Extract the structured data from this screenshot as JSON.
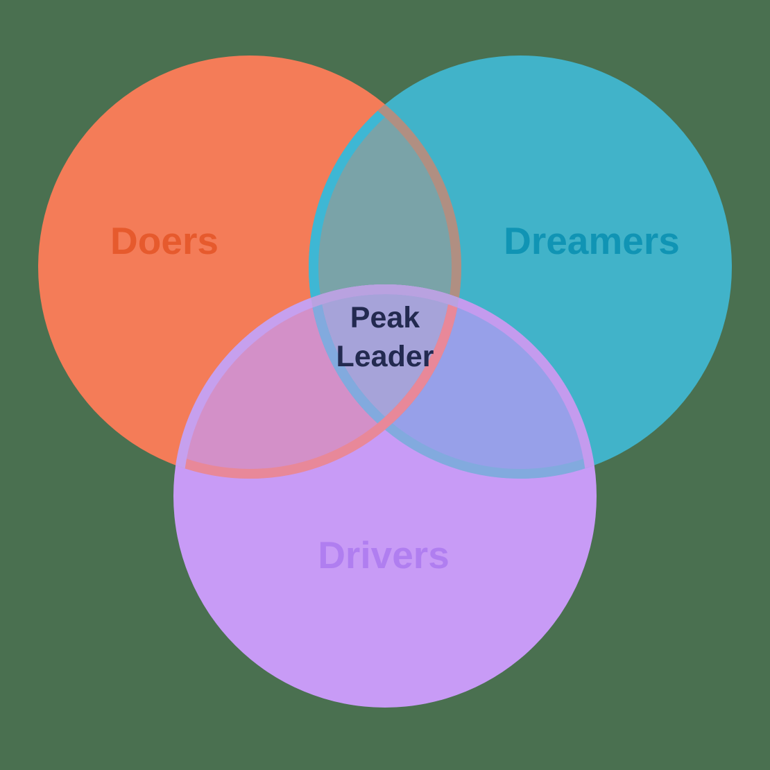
{
  "diagram": {
    "type": "venn-3",
    "background_color": "#4A7050",
    "sets": [
      {
        "id": "doers",
        "label": "Doers",
        "fill": "#F47C58",
        "label_color": "#E65A2D"
      },
      {
        "id": "dreamers",
        "label": "Dreamers",
        "fill": "#41B3C9",
        "label_color": "#1094B4"
      },
      {
        "id": "drivers",
        "label": "Drivers",
        "fill": "#C89BF6",
        "label_color": "#B07EF0"
      }
    ],
    "intersections": {
      "doers_dreamers": "#7AA3A8",
      "doers_drivers": "#D390C8",
      "dreamers_drivers": "#97A0E9",
      "center": "#A6A3D9"
    },
    "center_label": {
      "line1": "Peak",
      "line2": "Leader",
      "color": "#232A50"
    },
    "edge_bands": {
      "dreamers_edge_over_doers": "#3EB7D4",
      "doers_edge_over_dreamers": "#B08F82",
      "dreamers_edge_over_drivers": "#82AADE",
      "doers_edge_over_drivers": "#E88899",
      "drivers_edge_over_doers": "#C6A0EE",
      "drivers_edge_over_dreamers": "#C49BEE",
      "drivers_edge_over_center": "#B9A2E0"
    }
  }
}
